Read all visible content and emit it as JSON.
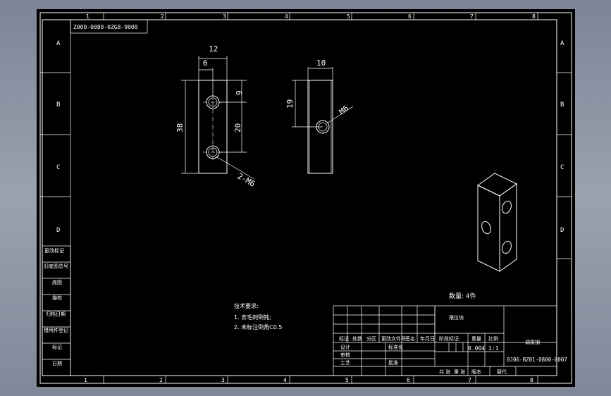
{
  "drawing": {
    "code_box": "Z000-0080-0ZG8-9000",
    "zone_numbers": [
      "1",
      "2",
      "3",
      "4",
      "5",
      "6",
      "7",
      "8"
    ],
    "zone_letters": [
      "A",
      "B",
      "C",
      "D"
    ],
    "dimensions": {
      "front_width": "12",
      "front_hole_offset": "6",
      "front_height": "38",
      "front_top_hole": "9",
      "front_hole_spacing": "20",
      "front_thread": "2-M6",
      "side_width": "10",
      "side_hole_height": "19",
      "side_thread": "M6"
    },
    "left_table": [
      "更改标记",
      "旧底图总号",
      "底图",
      "描校",
      "归档日期",
      "借用件登记",
      "标记",
      "日期"
    ],
    "quantity": "数量: 4件",
    "tech_req": {
      "title": "技术要求:",
      "line1": "1. 去毛刺倒钝;",
      "line2": "2. 未标注倒角C0.5"
    },
    "title_block": {
      "part_name": "限位块",
      "material": "调质钢",
      "drawing_number": "0J06-BZ01-0800-0007",
      "scale": "1:1",
      "weight": "0.004",
      "stage_label": "阶段标记",
      "weight_label": "重量",
      "scale_label": "比例",
      "header_labels": [
        "标记",
        "处数",
        "分区",
        "更改文件号",
        "签名",
        "年月日"
      ],
      "sign_labels": [
        "设计",
        "审核",
        "工艺",
        "标准化",
        "批准"
      ],
      "footer": [
        "共 张",
        "第 张",
        "版本",
        "替代"
      ]
    }
  }
}
